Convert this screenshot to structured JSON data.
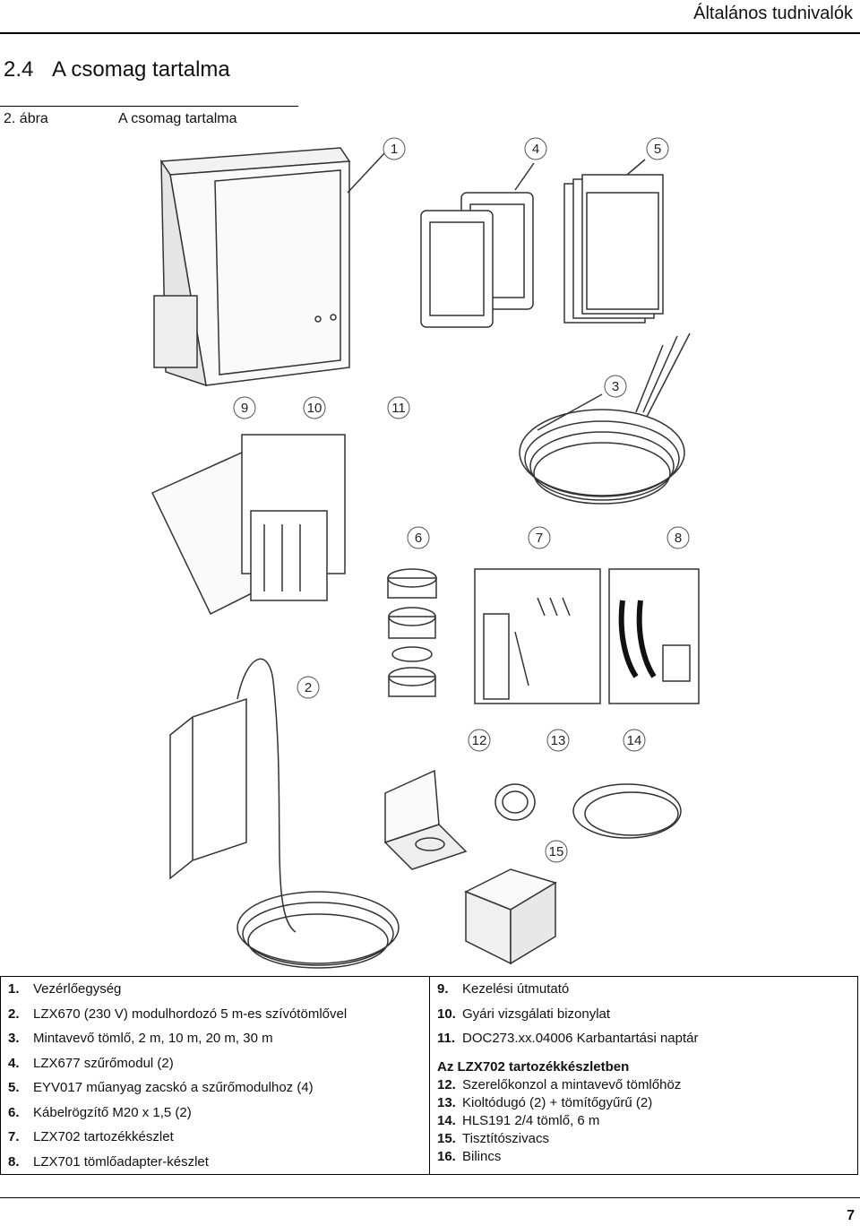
{
  "header": {
    "title": "Általános tudnivalók"
  },
  "section": {
    "number": "2.4",
    "title": "A csomag tartalma"
  },
  "figure": {
    "label": "2. ábra",
    "title": "A csomag tartalma",
    "callouts": [
      "1",
      "4",
      "5",
      "3",
      "9",
      "10",
      "11",
      "6",
      "7",
      "8",
      "2",
      "12",
      "13",
      "14",
      "15"
    ]
  },
  "legend": {
    "left": [
      {
        "n": "1.",
        "text": "Vezérlőegység"
      },
      {
        "n": "2.",
        "text": "LZX670 (230 V) modulhordozó 5 m-es szívótömlővel"
      },
      {
        "n": "3.",
        "text": "Mintavevő tömlő, 2 m, 10 m, 20 m, 30 m"
      },
      {
        "n": "4.",
        "text": "LZX677 szűrőmodul (2)"
      },
      {
        "n": "5.",
        "text": "EYV017 műanyag zacskó a szűrőmodulhoz (4)"
      },
      {
        "n": "6.",
        "text": "Kábelrögzítő M20 x 1,5 (2)"
      },
      {
        "n": "7.",
        "text": "LZX702 tartozékkészlet"
      },
      {
        "n": "8.",
        "text": "LZX701 tömlőadapter-készlet"
      }
    ],
    "right_top": [
      {
        "n": "9.",
        "text": "Kezelési útmutató"
      },
      {
        "n": "10.",
        "text": "Gyári vizsgálati bizonylat"
      },
      {
        "n": "11.",
        "text": "DOC273.xx.04006 Karbantartási naptár"
      }
    ],
    "right_sub_heading": "Az LZX702 tartozékkészletben",
    "right_sub": [
      {
        "n": "12.",
        "text": "Szerelőkonzol a mintavevő tömlőhöz"
      },
      {
        "n": "13.",
        "text": "Kioltódugó (2) + tömítőgyűrű (2)"
      },
      {
        "n": "14.",
        "text": "HLS191 2/4 tömlő, 6 m"
      },
      {
        "n": "15.",
        "text": "Tisztítószivacs"
      },
      {
        "n": "16.",
        "text": "Bilincs"
      }
    ]
  },
  "footer": {
    "page": "7"
  }
}
